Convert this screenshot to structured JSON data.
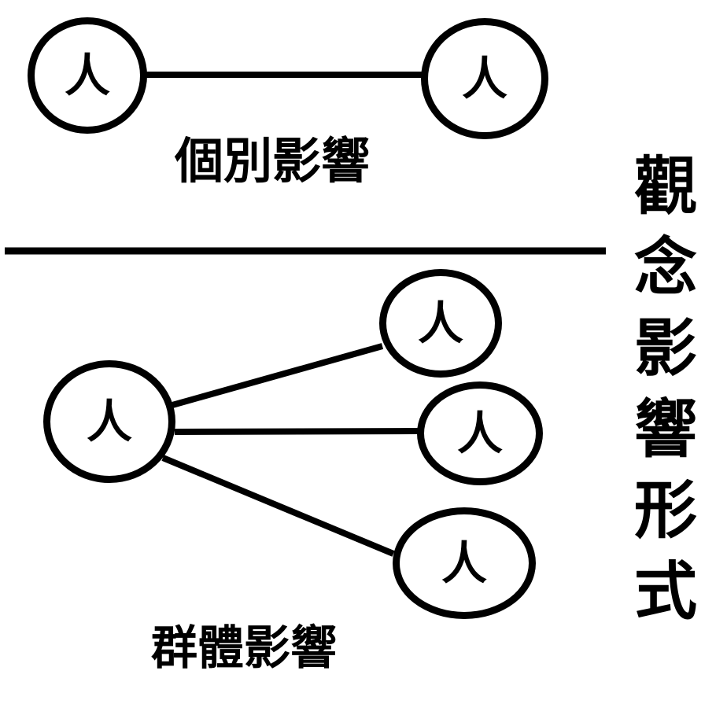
{
  "page": {
    "background_color": "#ffffff",
    "ink_color": "#000000"
  },
  "diagram": {
    "vertical_title": "觀念影響形式",
    "individual_section": {
      "caption": "個別影響",
      "left_node": "人",
      "right_node": "人"
    },
    "group_section": {
      "caption": "群體影響",
      "hub_node": "人",
      "satellite_top": "人",
      "satellite_middle": "人",
      "satellite_bottom": "人"
    }
  }
}
